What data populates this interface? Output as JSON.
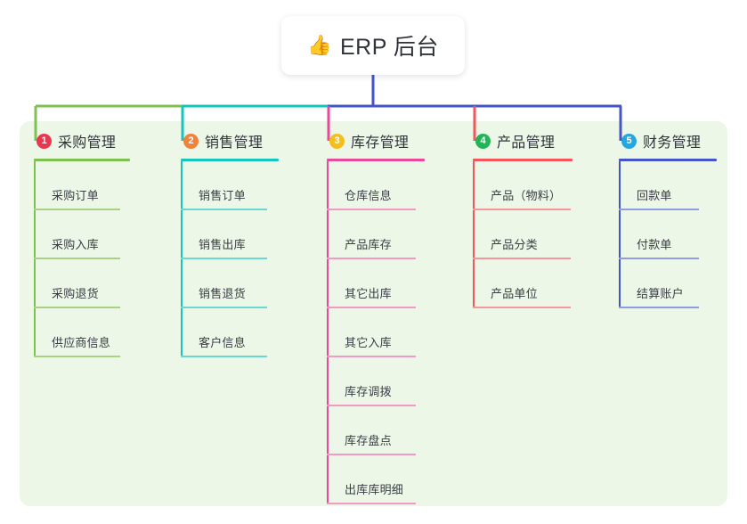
{
  "root": {
    "icon": "thumbs-up-icon",
    "emoji": "👍",
    "title": "ERP 后台"
  },
  "panel": {
    "background_color": "#edf7e8"
  },
  "connector_colors": {
    "root_stem": "#4455c7",
    "bar_left": "#7fc150",
    "bar_mid": "#16c4ba",
    "bar_right": "#4455c7",
    "drop_1": "#7fc150",
    "drop_2": "#16c4ba",
    "drop_3": "#ec4899",
    "drop_4": "#f2555a",
    "drop_5": "#4455c7"
  },
  "columns": [
    {
      "number": "1",
      "title": "采购管理",
      "badge_color": "#e8384f",
      "line_color": "#7fc150",
      "tint_color": "#a8d185",
      "items": [
        {
          "label": "采购订单"
        },
        {
          "label": "采购入库"
        },
        {
          "label": "采购退货"
        },
        {
          "label": "供应商信息"
        }
      ]
    },
    {
      "number": "2",
      "title": "销售管理",
      "badge_color": "#f2813a",
      "line_color": "#16c4ba",
      "tint_color": "#68d8d0",
      "items": [
        {
          "label": "销售订单"
        },
        {
          "label": "销售出库"
        },
        {
          "label": "销售退货"
        },
        {
          "label": "客户信息"
        }
      ]
    },
    {
      "number": "3",
      "title": "库存管理",
      "badge_color": "#f5bf1a",
      "line_color": "#ec4899",
      "tint_color": "#f09ac4",
      "items": [
        {
          "label": "仓库信息"
        },
        {
          "label": "产品库存"
        },
        {
          "label": "其它出库"
        },
        {
          "label": "其它入库"
        },
        {
          "label": "库存调拨"
        },
        {
          "label": "库存盘点"
        },
        {
          "label": "出库库明细"
        }
      ]
    },
    {
      "number": "4",
      "title": "产品管理",
      "badge_color": "#22b558",
      "line_color": "#f2555a",
      "tint_color": "#f5969a",
      "items": [
        {
          "label": "产品（物料）"
        },
        {
          "label": "产品分类"
        },
        {
          "label": "产品单位"
        }
      ]
    },
    {
      "number": "5",
      "title": "财务管理",
      "badge_color": "#22a7e0",
      "line_color": "#4455c7",
      "tint_color": "#8f9ce0",
      "items": [
        {
          "label": "回款单"
        },
        {
          "label": "付款单"
        },
        {
          "label": "结算账户"
        }
      ]
    }
  ]
}
